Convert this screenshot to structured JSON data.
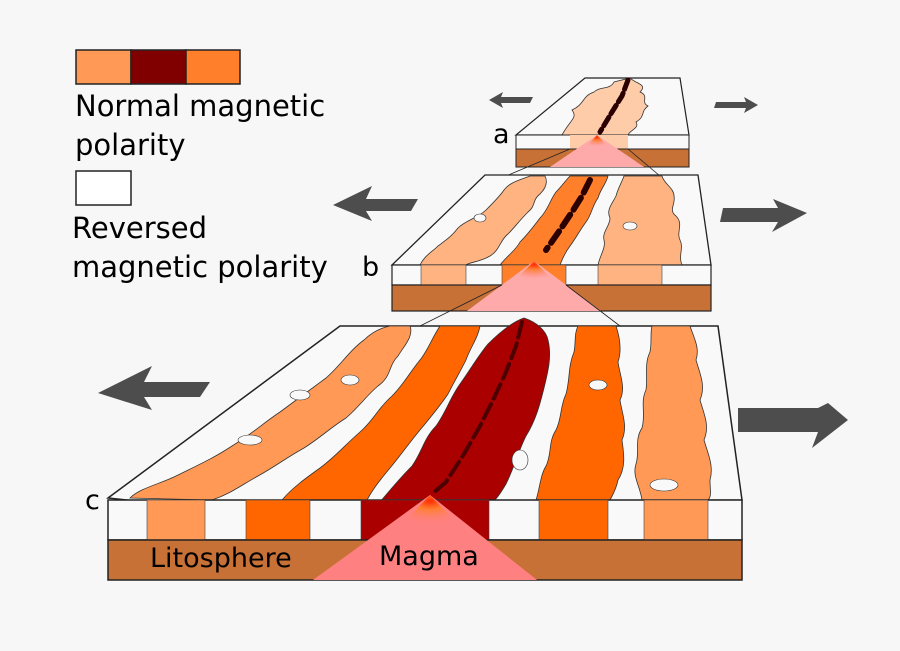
{
  "legend": {
    "normal": {
      "label_line1": "Normal magnetic",
      "label_line2": "polarity",
      "swatch_colors": [
        "#ff9955",
        "#800000",
        "#ff7f2a"
      ]
    },
    "reversed": {
      "label_line1": "Reversed",
      "label_line2": "magnetic polarity",
      "swatch_color": "#ffffff"
    }
  },
  "stages": [
    {
      "letter": "a"
    },
    {
      "letter": "b"
    },
    {
      "letter": "c"
    }
  ],
  "layers": {
    "lithosphere": "Litosphere",
    "magma": "Magma"
  },
  "colors": {
    "background": "#f7f7f7",
    "lithosphere": "#c87137",
    "magma": "#ff8080",
    "magma_light": "#ffaaaa",
    "stripe_light": "#ff9955",
    "stripe_pale": "#ffb380",
    "stripe_mid": "#ff6600",
    "stripe_dark": "#aa0000",
    "arrow": "#4d4d4d"
  },
  "arrows": [
    "arrow-left",
    "arrow-right"
  ]
}
